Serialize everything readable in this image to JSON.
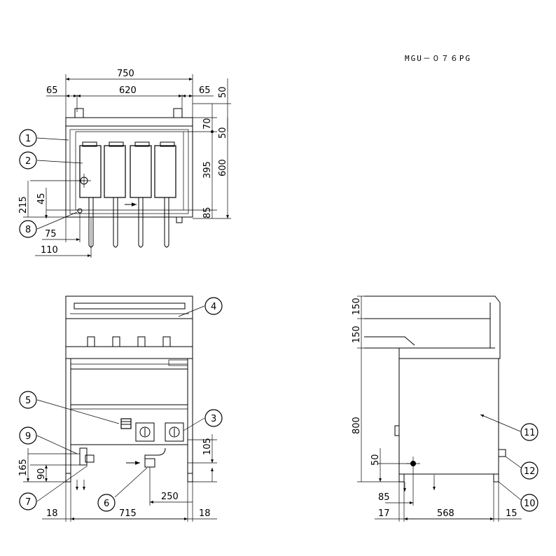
{
  "model": "MGU－０７６PG",
  "top_view": {
    "dims": [
      "750",
      "620",
      "65",
      "65",
      "50",
      "70",
      "50",
      "395",
      "600",
      "85",
      "215",
      "45",
      "75",
      "110"
    ]
  },
  "front_view": {
    "dims": [
      "105",
      "165",
      "90",
      "250",
      "18",
      "715",
      "18"
    ]
  },
  "side_view": {
    "dims": [
      "150",
      "150",
      "800",
      "50",
      "85",
      "17",
      "568",
      "15"
    ]
  },
  "callouts": [
    "1",
    "2",
    "3",
    "4",
    "5",
    "6",
    "7",
    "8",
    "9",
    "10",
    "11",
    "12"
  ]
}
